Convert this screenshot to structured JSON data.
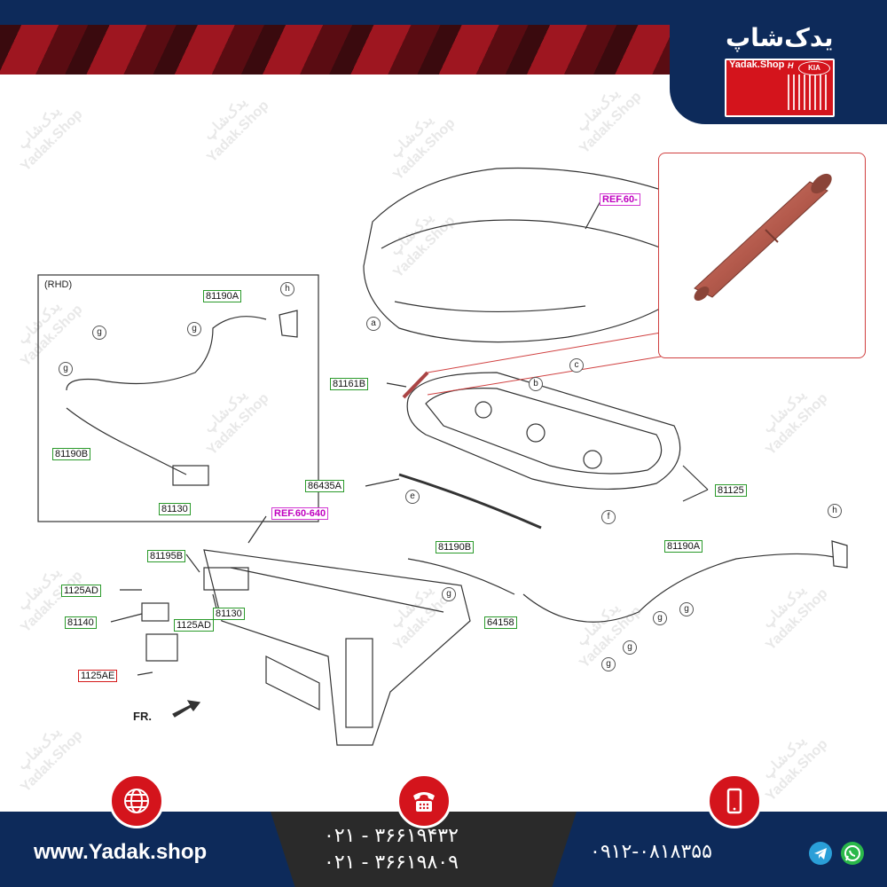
{
  "brand": {
    "title": "یدک‌شاپ",
    "logo_text": "Yadak.Shop",
    "kia_text": "KIA",
    "hyundai_text": "H"
  },
  "watermark": {
    "persian": "یدک‌شاپ",
    "latin": "Yadak.Shop"
  },
  "diagram": {
    "refs": {
      "hood": "REF.60-",
      "frame": "REF.60-640"
    },
    "labels": {
      "p81190A_top": "81190A",
      "p81190B_left": "81190B",
      "p81130_rhd": "81130",
      "p81161B": "81161B",
      "p86435A": "86435A",
      "p81125": "81125",
      "p81195B": "81195B",
      "p1125AD_left": "1125AD",
      "p81130": "81130",
      "p1125AD_mid": "1125AD",
      "p81140": "81140",
      "p1125AE": "1125AE",
      "p81190B_bottom": "81190B",
      "p64158": "64158",
      "p81190A_bottom": "81190A"
    },
    "callouts": {
      "h": "h",
      "g": "g",
      "a": "a",
      "b": "b",
      "c": "c",
      "e": "e",
      "f": "f"
    },
    "rhd": "(RHD)",
    "front": "FR."
  },
  "footer": {
    "website": "www.Yadak.shop",
    "phone1": "۰۲۱ - ۳۶۶۱۹۴۳۲",
    "phone2": "۰۲۱ - ۳۶۶۱۹۸۰۹",
    "mobile": "۰۹۱۲-۰۸۱۸۳۵۵"
  },
  "colors": {
    "navy": "#0d2a5a",
    "red": "#d4141c",
    "label_border": "#2a9a2a",
    "ref_color": "#c000c0"
  },
  "icons": [
    "globe-icon",
    "telephone-icon",
    "mobile-icon",
    "telegram-icon",
    "whatsapp-icon"
  ]
}
